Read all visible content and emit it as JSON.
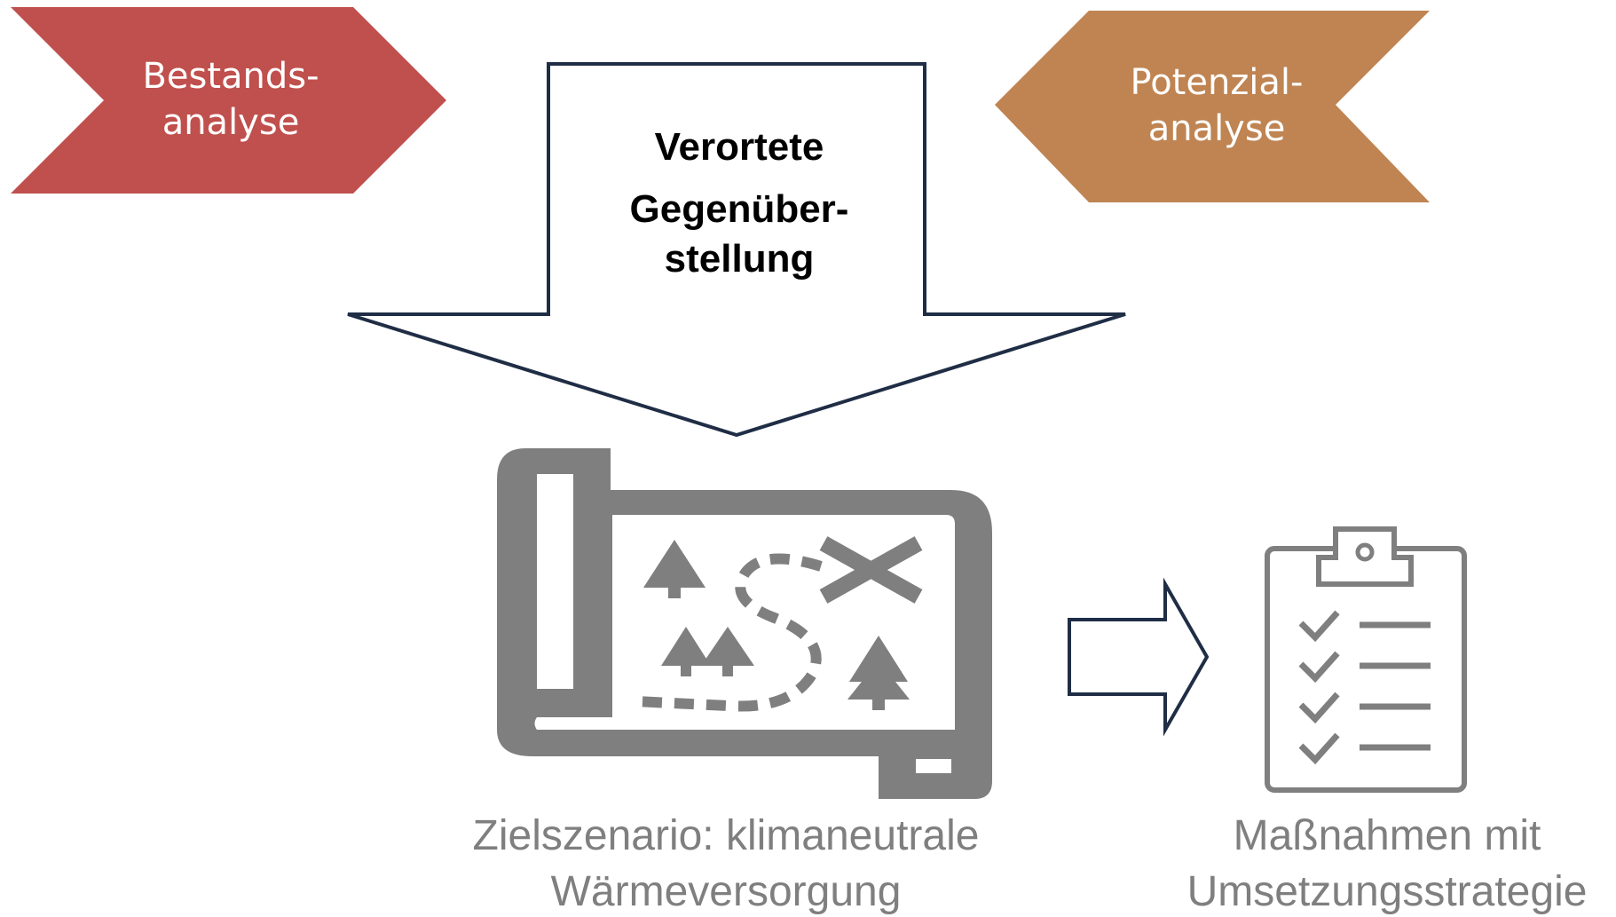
{
  "chevrons": {
    "left": {
      "line1": "Bestands-",
      "line2": "analyse",
      "color": "#C0504D"
    },
    "right": {
      "line1": "Potenzial-",
      "line2": "analyse",
      "color": "#BF8452"
    }
  },
  "center_arrow": {
    "line1": "Verortete",
    "line2": "Gegenüber-",
    "line3": "stellung",
    "stroke": "#1F2D45"
  },
  "target": {
    "icon": "treasure-map-icon",
    "line1": "Zielszenario: klimaneutrale",
    "line2": "Wärmeversorgung"
  },
  "measures": {
    "icon": "clipboard-checklist-icon",
    "line1": "Maßnahmen mit",
    "line2": "Umsetzungsstrategie"
  },
  "connector": {
    "icon": "right-arrow-icon"
  },
  "colors": {
    "icon_gray": "#7F7F7F",
    "text_gray": "#7F7F7F",
    "navy": "#1F2D45"
  }
}
